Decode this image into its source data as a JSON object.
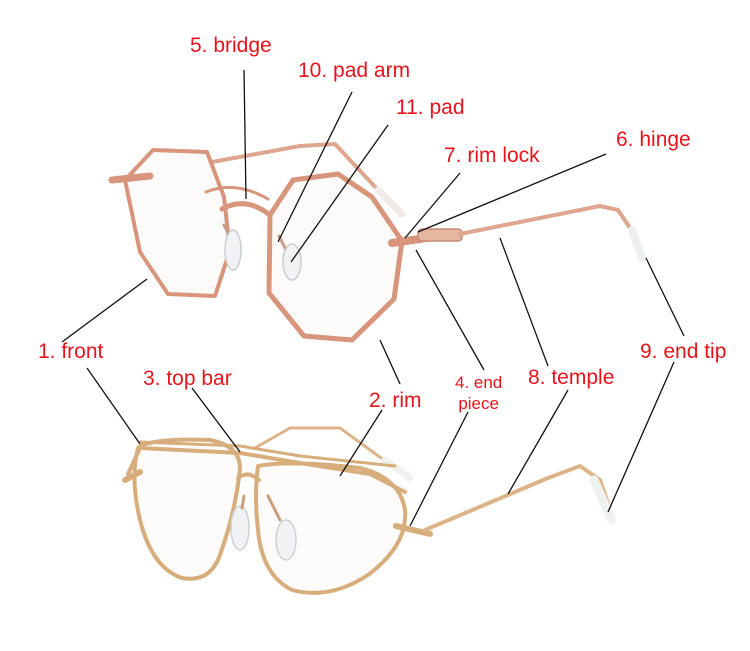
{
  "colors": {
    "label": "#e8141c",
    "leader": "#111111",
    "frame_rose_gold": "#d9957c",
    "frame_gold": "#d8ad7c",
    "pad": "#eef1f2",
    "tip": "#eef2ef"
  },
  "labels": {
    "bridge": "5. bridge",
    "pad_arm": "10. pad arm",
    "pad": "11. pad",
    "rim_lock": "7. rim lock",
    "hinge": "6. hinge",
    "front": "1. front",
    "top_bar": "3. top bar",
    "rim": "2. rim",
    "end_piece_1": "4. end",
    "end_piece_2": "piece",
    "temple": "8. temple",
    "end_tip": "9. end tip"
  }
}
